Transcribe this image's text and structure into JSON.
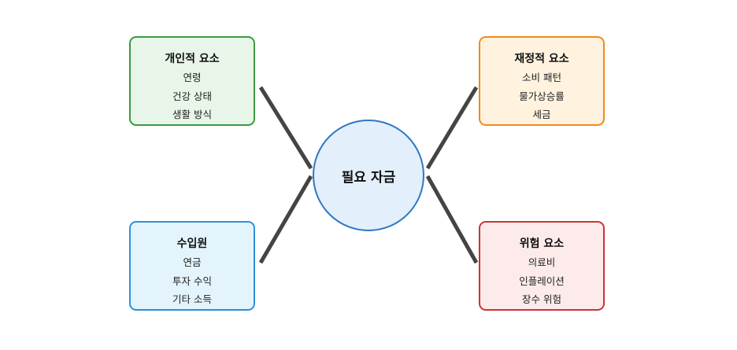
{
  "center": {
    "label": "필요 자금"
  },
  "nodes": [
    {
      "id": "personal",
      "title": "개인적 요소",
      "items": [
        "연령",
        "건강 상태",
        "생활 방식"
      ],
      "border": "#3c9a40",
      "fill": "#e8f5e9"
    },
    {
      "id": "financial",
      "title": "재정적 요소",
      "items": [
        "소비 패턴",
        "물가상승률",
        "세금"
      ],
      "border": "#f08a1c",
      "fill": "#fff3e0"
    },
    {
      "id": "income",
      "title": "수입원",
      "items": [
        "연금",
        "투자 수익",
        "기타 소득"
      ],
      "border": "#2f8fd8",
      "fill": "#e3f4fd"
    },
    {
      "id": "risk",
      "title": "위험 요소",
      "items": [
        "의료비",
        "인플레이션",
        "장수 위험"
      ],
      "border": "#cc3333",
      "fill": "#fdebec"
    }
  ],
  "colors": {
    "connector": "#444444",
    "center_border": "#2f78c4",
    "center_fill": "#e3effb"
  }
}
